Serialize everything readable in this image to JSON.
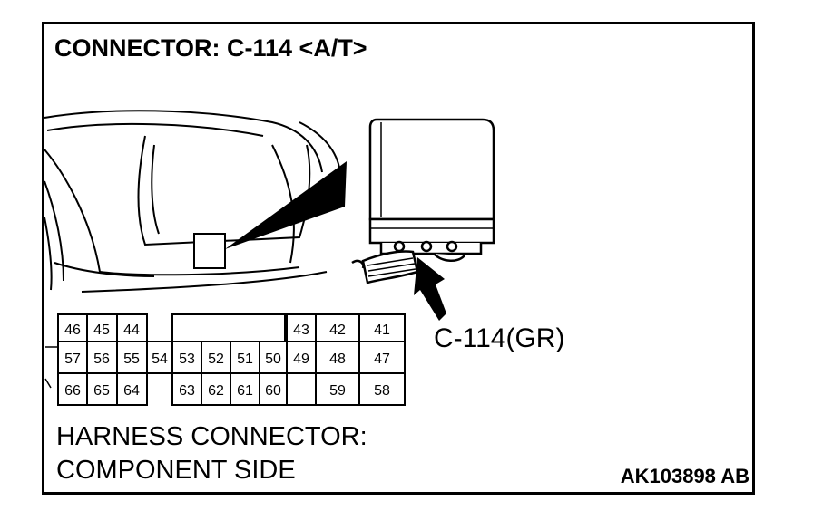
{
  "title": "CONNECTOR: C-114 <A/T>",
  "callout_label": "C-114(GR)",
  "caption_line1": "HARNESS CONNECTOR:",
  "caption_line2": "COMPONENT SIDE",
  "figure_code": "AK103898 AB",
  "connector": {
    "rows": [
      [
        "46",
        "45",
        "44",
        "",
        "",
        "",
        "",
        "",
        "43",
        "42",
        "41"
      ],
      [
        "57",
        "56",
        "55",
        "54",
        "53",
        "52",
        "51",
        "50",
        "49",
        "48",
        "47"
      ],
      [
        "66",
        "65",
        "64",
        "",
        "63",
        "62",
        "61",
        "60",
        "",
        "59",
        "58"
      ]
    ]
  }
}
